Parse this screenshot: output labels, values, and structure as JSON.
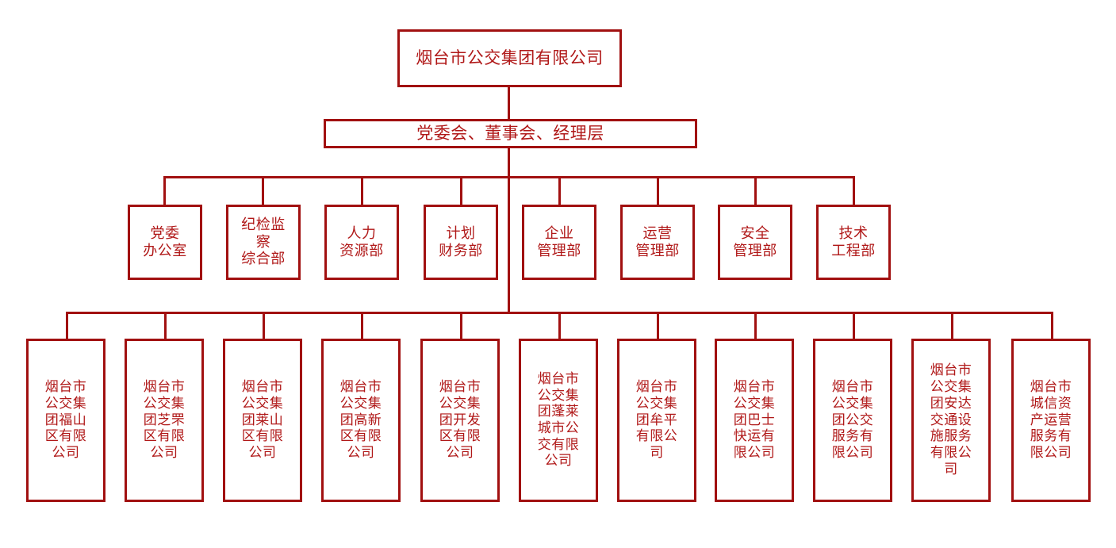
{
  "chart_data": {
    "type": "diagram",
    "title": "烟台市公交集团有限公司组织架构图",
    "orientation": "top-down",
    "levels": 4,
    "accent_color": "#a11010",
    "text_color": "#b01818",
    "background_color": "#ffffff"
  },
  "root": {
    "label": "烟台市公交集团有限公司"
  },
  "board": {
    "label": "党委会、董事会、经理层"
  },
  "departments": [
    {
      "label": "党委\n办公室"
    },
    {
      "label": "纪检监\n察\n综合部"
    },
    {
      "label": "人力\n资源部"
    },
    {
      "label": "计划\n财务部"
    },
    {
      "label": "企业\n管理部"
    },
    {
      "label": "运营\n管理部"
    },
    {
      "label": "安全\n管理部"
    },
    {
      "label": "技术\n工程部"
    }
  ],
  "subsidiaries": [
    {
      "label": "烟台市\n公交集\n团福山\n区有限\n公司"
    },
    {
      "label": "烟台市\n公交集\n团芝罘\n区有限\n公司"
    },
    {
      "label": "烟台市\n公交集\n团莱山\n区有限\n公司"
    },
    {
      "label": "烟台市\n公交集\n团高新\n区有限\n公司"
    },
    {
      "label": "烟台市\n公交集\n团开发\n区有限\n公司"
    },
    {
      "label": "烟台市\n公交集\n团蓬莱\n城市公\n交有限\n公司"
    },
    {
      "label": "烟台市\n公交集\n团牟平\n有限公\n司"
    },
    {
      "label": "烟台市\n公交集\n团巴士\n快运有\n限公司"
    },
    {
      "label": "烟台市\n公交集\n团公交\n服务有\n限公司"
    },
    {
      "label": "烟台市\n公交集\n团安达\n交通设\n施服务\n有限公\n司"
    },
    {
      "label": "烟台市\n城信资\n产运营\n服务有\n限公司"
    }
  ]
}
